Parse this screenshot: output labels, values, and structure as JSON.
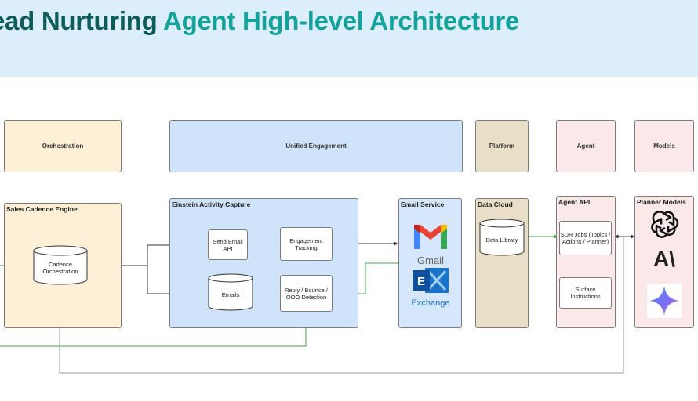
{
  "title": {
    "part1": "ead Nurturing",
    "part2": "Agent High-level Architecture"
  },
  "headers": {
    "orchestration": "Orchestration",
    "unified_engagement": "Unified Engagement",
    "platform": "Platform",
    "agent": "Agent",
    "models": "Models"
  },
  "panels": {
    "sales_cadence": {
      "title": "Sales Cadence Engine",
      "cadence": "Cadence Orchestration"
    },
    "einstein": {
      "title": "Einstein Activity Capture",
      "send_email_api": "Send Email API",
      "engagement_tracking": "Engagement Tracking",
      "emails": "Emails",
      "reply_detection": "Reply / Bounce / OOO Detection"
    },
    "email_service": {
      "title": "Email Service",
      "gmail": "Gmail",
      "exchange": "Exchange"
    },
    "data_cloud": {
      "title": "Data Cloud",
      "data_library": "Data Library"
    },
    "agent_api": {
      "title": "Agent API",
      "sdr_jobs": "SDR Jobs (Topics / Actions / Planner)",
      "surface_instructions": "Surface Instructions"
    },
    "planner_models": {
      "title": "Planner Models",
      "icons": [
        "openai-icon",
        "anthropic-icon",
        "gemini-icon"
      ],
      "anthropic_glyph": "A\\"
    }
  },
  "colors": {
    "orange": "#fdf0d6",
    "blue": "#cfe3fb",
    "tan": "#e8dfc6",
    "pink": "#fbe9ea",
    "green_line": "#3fa34d",
    "dark_line": "#333333"
  }
}
